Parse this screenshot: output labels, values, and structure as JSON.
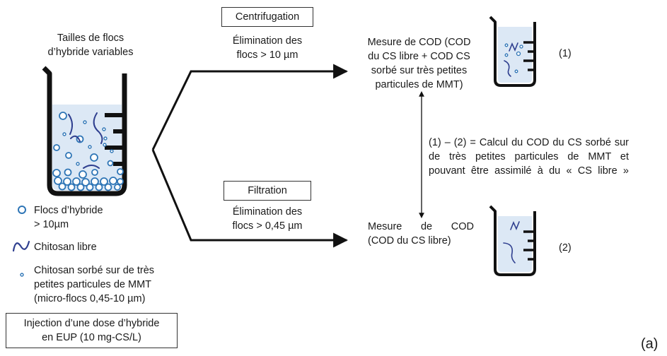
{
  "beaker_title": [
    "Tailles de flocs",
    "d’hybride variables"
  ],
  "legend": {
    "flocs": [
      "Flocs d’hybride",
      "> 10µm"
    ],
    "chitosan_libre": "Chitosan libre",
    "chitosan_sorbe": [
      "Chitosan sorbé sur de très",
      "petites particules de MMT",
      "(micro-flocs 0,45-10 µm)"
    ]
  },
  "injection_box": [
    "Injection d’une dose d’hybride",
    "en EUP (10 mg-CS/L)"
  ],
  "top_branch": {
    "method": "Centrifugation",
    "elimination": [
      "Élimination des",
      "flocs > 10 µm"
    ],
    "measure": [
      "Mesure de COD (COD",
      "du CS libre + COD CS",
      "sorbé sur très petites",
      "particules de MMT)"
    ],
    "index": "(1)"
  },
  "bottom_branch": {
    "method": "Filtration",
    "elimination": [
      "Élimination des",
      "flocs > 0,45 µm"
    ],
    "measure": [
      "Mesure de COD",
      "(COD du CS libre)"
    ],
    "index": "(2)"
  },
  "difference": [
    "(1) – (2) = Calcul du COD du CS sorbé sur",
    "de très petites particules de MMT et",
    "pouvant être assimilé à du « CS libre »"
  ],
  "panel_label": "(a)",
  "colors": {
    "water": "#dce8f5",
    "particle": "#2e75b6",
    "line": "#111111",
    "chitosan": "#2f3f8f"
  }
}
